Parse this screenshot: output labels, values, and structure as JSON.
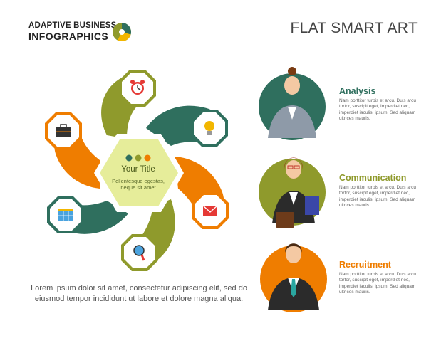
{
  "header": {
    "brand_line1": "ADAPTIVE BUSINESS",
    "brand_line2": "INFOGRAPHICS",
    "title": "FLAT SMART ART"
  },
  "colors": {
    "green": "#8f9a2c",
    "orange": "#ef7d00",
    "teal": "#2f6f5e",
    "light_green": "#e6ed9a",
    "text_dark": "#222222"
  },
  "hub": {
    "title": "Your Title",
    "body": "Pellentesque egestas, neque sit amet",
    "icons": [
      "alarm-clock-icon",
      "lightbulb-icon",
      "envelope-icon",
      "magnifier-icon",
      "calendar-icon",
      "briefcase-icon"
    ]
  },
  "caption": "Lorem ipsum dolor sit amet, consectetur adipiscing elit, sed do eiusmod tempor incididunt ut labore et dolore magna aliqua.",
  "people": [
    {
      "name": "Analysis",
      "desc": "Nam porttitor turpis et arcu. Duis arcu tortor, suscipit eget, imperdiet nec, imperdiet iaculis, ipsum. Sed aliquam ultrices mauris.",
      "color": "#2f6f5e"
    },
    {
      "name": "Communication",
      "desc": "Nam porttitor turpis et arcu. Duis arcu tortor, suscipit eget, imperdiet nec, imperdiet iaculis, ipsum. Sed aliquam ultrices mauris.",
      "color": "#8f9a2c"
    },
    {
      "name": "Recruitment",
      "desc": "Nam porttitor turpis et arcu. Duis arcu tortor, suscipit eget, imperdiet nec, imperdiet iaculis, ipsum. Sed aliquam ultrices mauris.",
      "color": "#ef7d00"
    }
  ]
}
